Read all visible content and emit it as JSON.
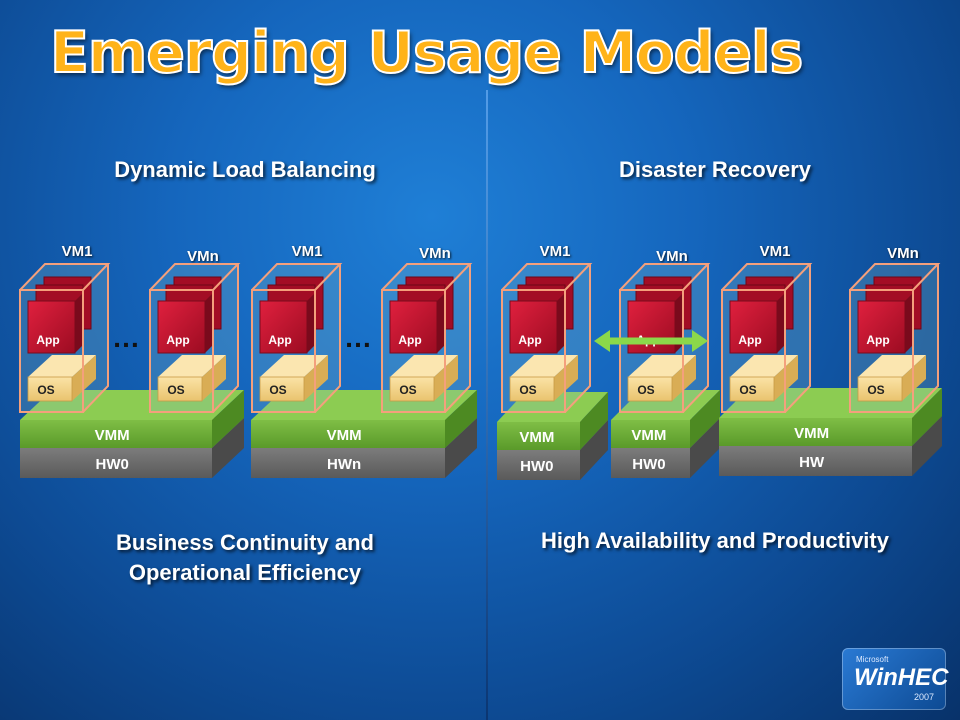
{
  "title": "Emerging Usage Models",
  "left": {
    "heading": "Dynamic Load Balancing",
    "caption_line1": "Business Continuity and",
    "caption_line2": "Operational Efficiency",
    "vm_labels": [
      "VM1",
      "VMn",
      "VM1",
      "VMn"
    ],
    "hosts": [
      {
        "vmm": "VMM",
        "hw": "HW0"
      },
      {
        "vmm": "VMM",
        "hw": "HWn"
      }
    ],
    "ellipsis": "…"
  },
  "right": {
    "heading": "Disaster Recovery",
    "caption": "High Availability and Productivity",
    "vm_labels": [
      "VM1",
      "VMn",
      "VM1",
      "VMn"
    ],
    "hosts": [
      {
        "vmm": "VMM",
        "hw": "HW0"
      },
      {
        "vmm": "VMM",
        "hw": "HW0"
      },
      {
        "vmm": "VMM",
        "hw": "HW"
      }
    ]
  },
  "vm_box": {
    "app": "App",
    "os": "OS"
  },
  "logo": {
    "company": "Microsoft",
    "brand": "WinHEC",
    "year": "2007"
  },
  "colors": {
    "title": "#ffb319",
    "app_red": "#c8102e",
    "os_tan": "#f3d48b",
    "vmm_green": "#6cab37",
    "hw_gray": "#6e6e6e",
    "vm_outline": "#f4a07c",
    "migration_arrow": "#8bd84a"
  }
}
